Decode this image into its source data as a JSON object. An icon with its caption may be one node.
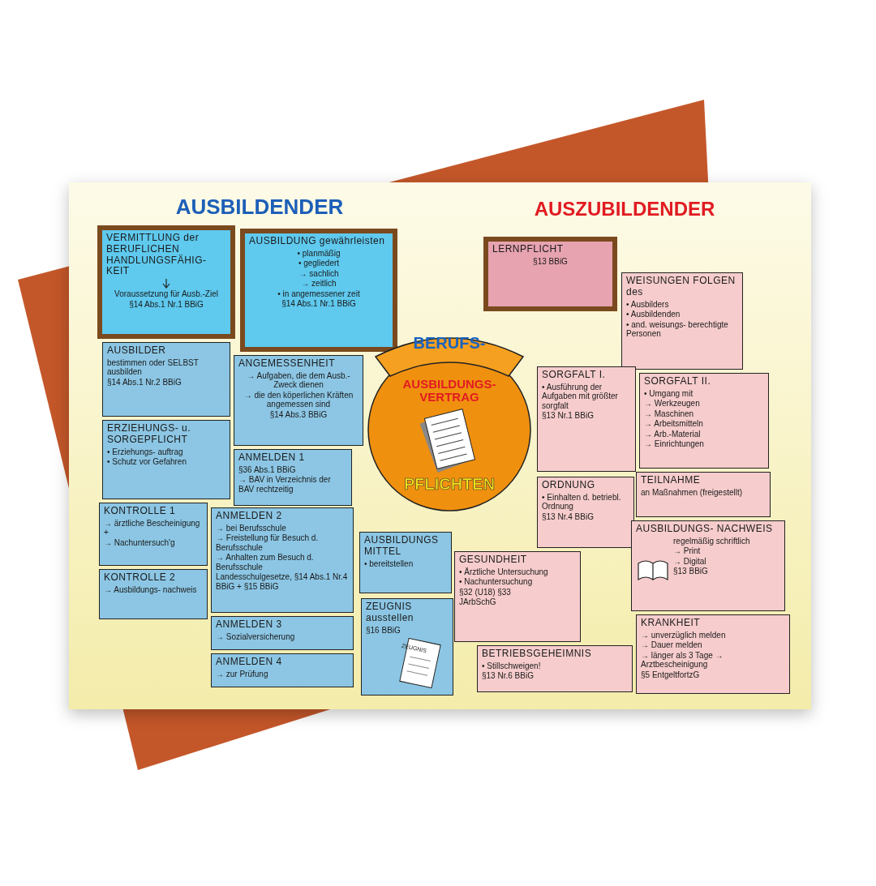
{
  "diagram": {
    "nodes": [
      {
        "text": [
          "VERMITTLUNG der BERUFLICHEN HANDLUNGSFÄHIG- KEIT",
          "Voraussetzung für Ausb.-Ziel",
          "§14 Abs.1 Nr.1 BBiG"
        ]
      },
      {
        "text": [
          "AUSBILDUNG gewährleisten",
          "• planmäßig",
          "• gegliedert",
          "→ sachlich",
          "→ zeitlich",
          "• in angemessener zeit",
          "§14 Abs.1 Nr.1 BBiG"
        ]
      },
      {
        "text": [
          "AUSBILDER",
          "bestimmen oder SELBST ausbilden",
          "§14 Abs.1 Nr.2 BBiG"
        ]
      },
      {
        "text": [
          "ANGEMESSENHEIT",
          "→ Aufgaben, die dem Ausb.-Zweck dienen",
          "→ die den köperlichen Kräften angemessen sind",
          "§14 Abs.3 BBiG"
        ]
      },
      {
        "text": [
          "ERZIEHUNGS- u. SORGEPFLICHT",
          "• Erziehungs- auftrag",
          "• Schutz vor Gefahren"
        ]
      },
      {
        "text": [
          "ANMELDEN 1",
          "§36 Abs.1 BBiG",
          "→ BAV in Verzeichnis der BAV rechtzeitig"
        ]
      },
      {
        "text": [
          "ANMELDEN 2",
          "→ bei Berufsschule",
          "→ Freistellung für Besuch d. Berufsschule",
          "→ Anhalten zum Besuch d. Berufsschule",
          "Landesschulgesetze, §14 Abs.1 Nr.4 BBiG + §15 BBiG"
        ]
      },
      {
        "text": [
          "KONTROLLE 1",
          "→ ärztliche Bescheinigung +",
          "→ Nachuntersuch'g"
        ]
      },
      {
        "text": [
          "KONTROLLE 2",
          "→ Ausbildungs- nachweis"
        ]
      },
      {
        "text": [
          "ANMELDEN 3",
          "→ Sozialversicherung"
        ]
      },
      {
        "text": [
          "ANMELDEN 4",
          "→ zur Prüfung"
        ]
      },
      {
        "text": [
          "BERUFS-",
          "AUSBILDUNGS- VERTRAG",
          "PFLICHTEN"
        ]
      },
      {
        "text": [
          "AUSBILDUNGS MITTEL",
          "• bereitstellen"
        ]
      },
      {
        "text": [
          "ZEUGNIS ausstellen",
          "§16 BBiG"
        ]
      },
      {
        "text": [
          "LERNPFLICHT",
          "§13 BBiG"
        ]
      },
      {
        "text": [
          "WEISUNGEN FOLGEN des",
          "• Ausbilders",
          "• Ausbildenden",
          "• and. weisungs- berechtigte Personen"
        ]
      },
      {
        "text": [
          "SORGFALT I.",
          "• Ausführung der Aufgaben mit größter sorgfalt",
          "§13 Nr.1 BBiG"
        ]
      },
      {
        "text": [
          "SORGFALT II.",
          "• Umgang mit",
          "→ Werkzeugen",
          "→ Maschinen",
          "→ Arbeitsmitteln",
          "→ Arb.-Material",
          "→ Einrichtungen"
        ]
      },
      {
        "text": [
          "ORDNUNG",
          "• Einhalten d. betriebl. Ordnung",
          "§13 Nr.4 BBiG"
        ]
      },
      {
        "text": [
          "TEILNAHME",
          "an Maßnahmen (freigestellt)"
        ]
      },
      {
        "text": [
          "GESUNDHEIT",
          "• Ärztliche Untersuchung",
          "• Nachuntersuchung",
          "§32 (U18) §33",
          "JArbSchG"
        ]
      },
      {
        "text": [
          "AUSBILDUNGS- NACHWEIS",
          "regelmäßig schriftlich",
          "→ Print",
          "→ Digital",
          "§13 BBiG"
        ]
      },
      {
        "text": [
          "BETRIEBSGEHEIMNIS",
          "• Stillschweigen!",
          "§13 Nr.6 BBiG"
        ]
      },
      {
        "text": [
          "KRANKHEIT",
          "→ unverzüglich melden",
          "→ Dauer melden",
          "→ länger als 3 Tage → Arztbescheinigung",
          "§5 EntgeltfortzG"
        ]
      }
    ],
    "labels": [
      "AUSBILDENDER",
      "AUSZUBILDENDER",
      "ZEUGNIS"
    ]
  }
}
